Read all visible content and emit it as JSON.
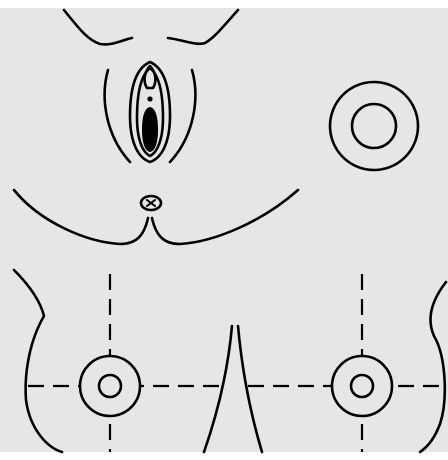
{
  "colors": {
    "page_background": "#ffffff",
    "panel_background": "#e6e6e6",
    "outline": "#000000"
  },
  "figure": {
    "panels": [
      {
        "name": "vulva-diagram",
        "markers": [
          "circle-marker"
        ]
      },
      {
        "name": "areola-detail"
      },
      {
        "name": "left-breast-diagram",
        "guides": [
          "vertical-dashed-guide",
          "horizontal-dashed-guide"
        ]
      },
      {
        "name": "right-breast-diagram",
        "guides": [
          "vertical-dashed-guide",
          "horizontal-dashed-guide"
        ]
      }
    ]
  }
}
